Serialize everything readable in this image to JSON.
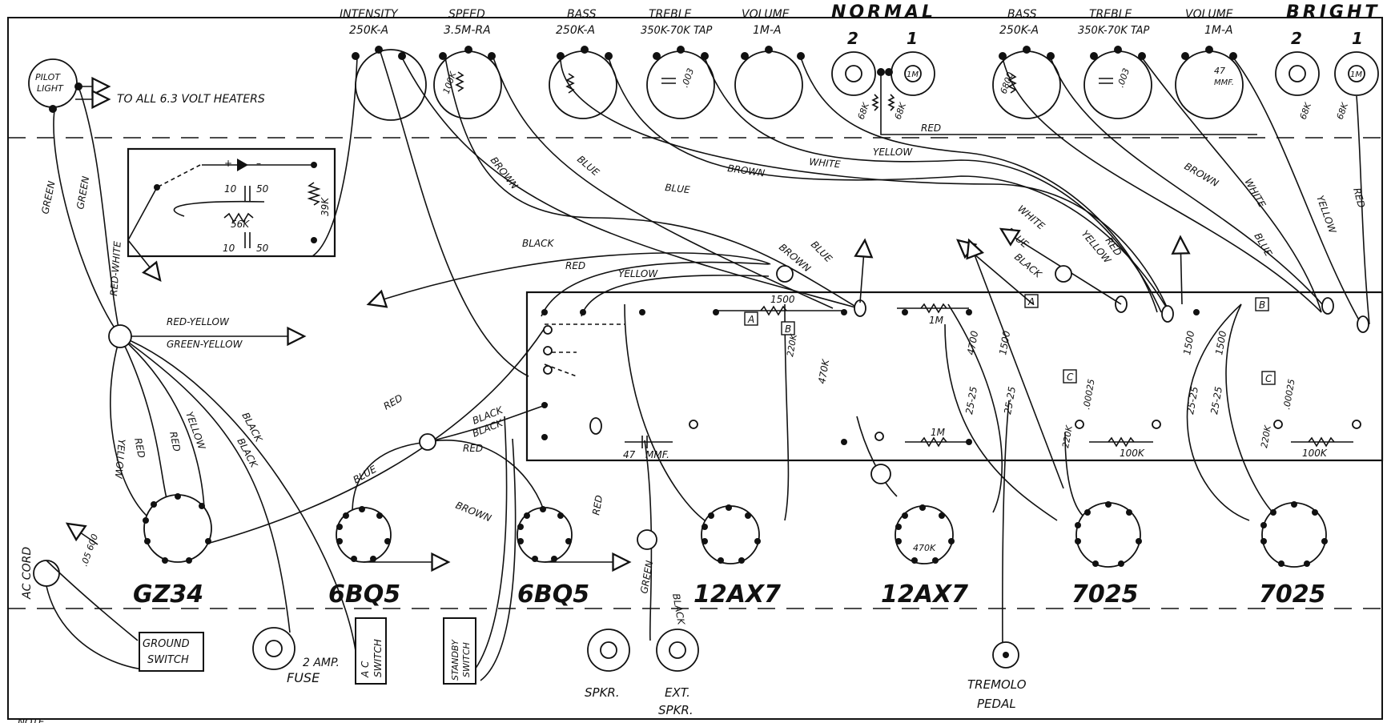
{
  "diagram": {
    "pots_normal": [
      {
        "name": "INTENSITY",
        "value": "250K-A"
      },
      {
        "name": "SPEED",
        "value": "3.5M-RA"
      },
      {
        "name": "BASS",
        "value": "250K-A"
      },
      {
        "name": "TREBLE",
        "value": "350K-70K TAP"
      },
      {
        "name": "VOLUME",
        "value": "1M-A"
      }
    ],
    "pots_bright": [
      {
        "name": "BASS",
        "value": "250K-A"
      },
      {
        "name": "TREBLE",
        "value": "350K-70K TAP"
      },
      {
        "name": "VOLUME",
        "value": "1M-A"
      }
    ],
    "channel_normal": "NORMAL",
    "channel_bright": "BRIGHT",
    "jack_numbers": [
      "2",
      "1"
    ],
    "pilot_light": [
      "PILOT",
      "LIGHT"
    ],
    "heaters_label": "TO ALL 6.3 VOLT HEATERS",
    "tube_labels": [
      "GZ34",
      "6BQ5",
      "6BQ5",
      "12AX7",
      "12AX7",
      "7025",
      "7025"
    ],
    "wire_colors": {
      "green": "GREEN",
      "red_white": "RED-WHITE",
      "red_yellow": "RED-YELLOW",
      "green_yellow": "GREEN-YELLOW",
      "yellow": "YELLOW",
      "red": "RED",
      "black": "BLACK",
      "brown": "BROWN",
      "blue": "BLUE",
      "white": "WHITE"
    },
    "component_values": {
      "r1500": "1500",
      "r1m": "1M",
      "r100k": "100K",
      "r47mmf": "47",
      "mmf": "MMF.",
      "r470k": "470K",
      "box_a": "A",
      "box_b": "B",
      "box_c": "C",
      "r39k": "39K",
      "r56k": "56K",
      "c10": "10",
      "c50": "50",
      "r220k": "220K",
      "r68k": "68K",
      "r6800": "6800",
      "c003": ".003",
      "c_47": "47 MMF.",
      "r4700": "4700",
      "c0025": ".00025",
      "r25": "25-25"
    },
    "ac_cord": "AC CORD",
    "cap_600": ".05 600",
    "ground_switch": [
      "GROUND",
      "SWITCH"
    ],
    "fuse": [
      "2 AMP.",
      "FUSE"
    ],
    "ac_switch": [
      "A C",
      "SWITCH"
    ],
    "standby_switch": [
      "STANDBY",
      "SWITCH"
    ],
    "spkr": "SPKR.",
    "ext_spkr": [
      "EXT.",
      "SPKR."
    ],
    "tremolo": [
      "TREMOLO",
      "PEDAL"
    ],
    "note": "NOTE"
  }
}
